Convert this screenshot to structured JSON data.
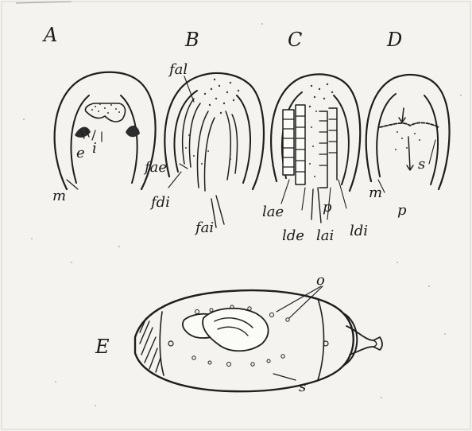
{
  "panels": [
    {
      "id": "A",
      "label": "A",
      "parts": {
        "e": "e",
        "i": "i",
        "m": "m"
      }
    },
    {
      "id": "B",
      "label": "B",
      "parts": {
        "fal": "fal",
        "fae": "fae",
        "fdi": "fdi",
        "fai": "fai"
      }
    },
    {
      "id": "C",
      "label": "C",
      "parts": {
        "lae": "lae",
        "lde": "lde",
        "lai": "lai",
        "p": "p",
        "ldi": "ldi"
      }
    },
    {
      "id": "D",
      "label": "D",
      "parts": {
        "m": "m",
        "s": "s",
        "p": "p"
      }
    },
    {
      "id": "E",
      "label": "E",
      "parts": {
        "o": "o",
        "s": "s"
      }
    }
  ],
  "colors": {
    "ink": "#1e1e1e",
    "paper": "#f4f3ef"
  }
}
